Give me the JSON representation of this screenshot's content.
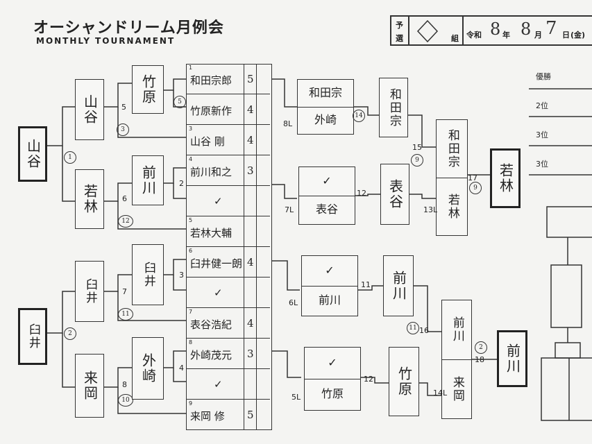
{
  "header": {
    "title": "オーシャンドリーム月例会",
    "subtitle": "MONTHLY TOURNAMENT",
    "yosen_label_1": "予",
    "yosen_label_2": "選",
    "group_label": "組",
    "era_label": "令和",
    "year_value": "8",
    "year_label": "年",
    "month_value": "8",
    "month_label": "月",
    "day_value": "7",
    "day_label": "日",
    "weekday": "(金)"
  },
  "players": [
    {
      "num": "1",
      "name": "和田宗郎",
      "score": "5"
    },
    {
      "num": "",
      "name": "竹原新作",
      "score": "4"
    },
    {
      "num": "3",
      "name": "山谷 剛",
      "score": "4"
    },
    {
      "num": "4",
      "name": "前川和之",
      "score": "3"
    },
    {
      "num": "",
      "name": "✓",
      "score": ""
    },
    {
      "num": "5",
      "name": "若林大輔",
      "score": ""
    },
    {
      "num": "6",
      "name": "臼井健一朗",
      "score": "4"
    },
    {
      "num": "",
      "name": "✓",
      "score": ""
    },
    {
      "num": "7",
      "name": "表谷浩紀",
      "score": "4"
    },
    {
      "num": "8",
      "name": "外崎茂元",
      "score": "3"
    },
    {
      "num": "",
      "name": "✓",
      "score": ""
    },
    {
      "num": "9",
      "name": "来岡 修",
      "score": "5"
    }
  ],
  "left": {
    "r1_top": "山谷",
    "r1_bot": "臼井",
    "r2": [
      "山谷",
      "若林",
      "臼井",
      "来岡"
    ],
    "r3": [
      "竹原",
      "前川",
      "臼井",
      "外崎"
    ]
  },
  "match_nums": {
    "m1": "1",
    "m2": "2",
    "m3": "3",
    "m4": "4",
    "m5": "5",
    "m6": "6",
    "m7": "7",
    "m8": "8",
    "m9": "9",
    "m10": "10",
    "m11": "11",
    "m12": "12",
    "m15": "15",
    "m16": "16",
    "m17": "17",
    "m18": "18"
  },
  "match_scores": {
    "s5": "3",
    "s6": "12",
    "s7": "11",
    "s8": "10",
    "s9": "15",
    "s1": "5",
    "s12": "?"
  },
  "loser": {
    "l8": "8L",
    "l7": "7L",
    "l6": "6L",
    "l5": "5L",
    "l13": "13L",
    "l14": "14L",
    "b8_top": "和田宗",
    "b8_bot": "外崎",
    "b8_score": "14",
    "b7_top": "✓",
    "b7_bot": "表谷",
    "b6_top": "✓",
    "b6_bot": "前川",
    "b5_top": "✓",
    "b5_bot": "竹原",
    "w10": "表谷",
    "w11": "前川",
    "w12": "竹原",
    "w_top": "和田宗"
  },
  "semis": {
    "s15_top": "和田宗",
    "s15_bot": "若林",
    "score15": "9",
    "s16_top": "前川",
    "s16_bot": "来岡",
    "score16": "11",
    "f17": "若林",
    "score17": "9",
    "f18": "前川",
    "score18": "2"
  },
  "results": {
    "win_label": "優勝",
    "second_label": "2位",
    "third_label": "3位",
    "third_label_2": "3位"
  }
}
